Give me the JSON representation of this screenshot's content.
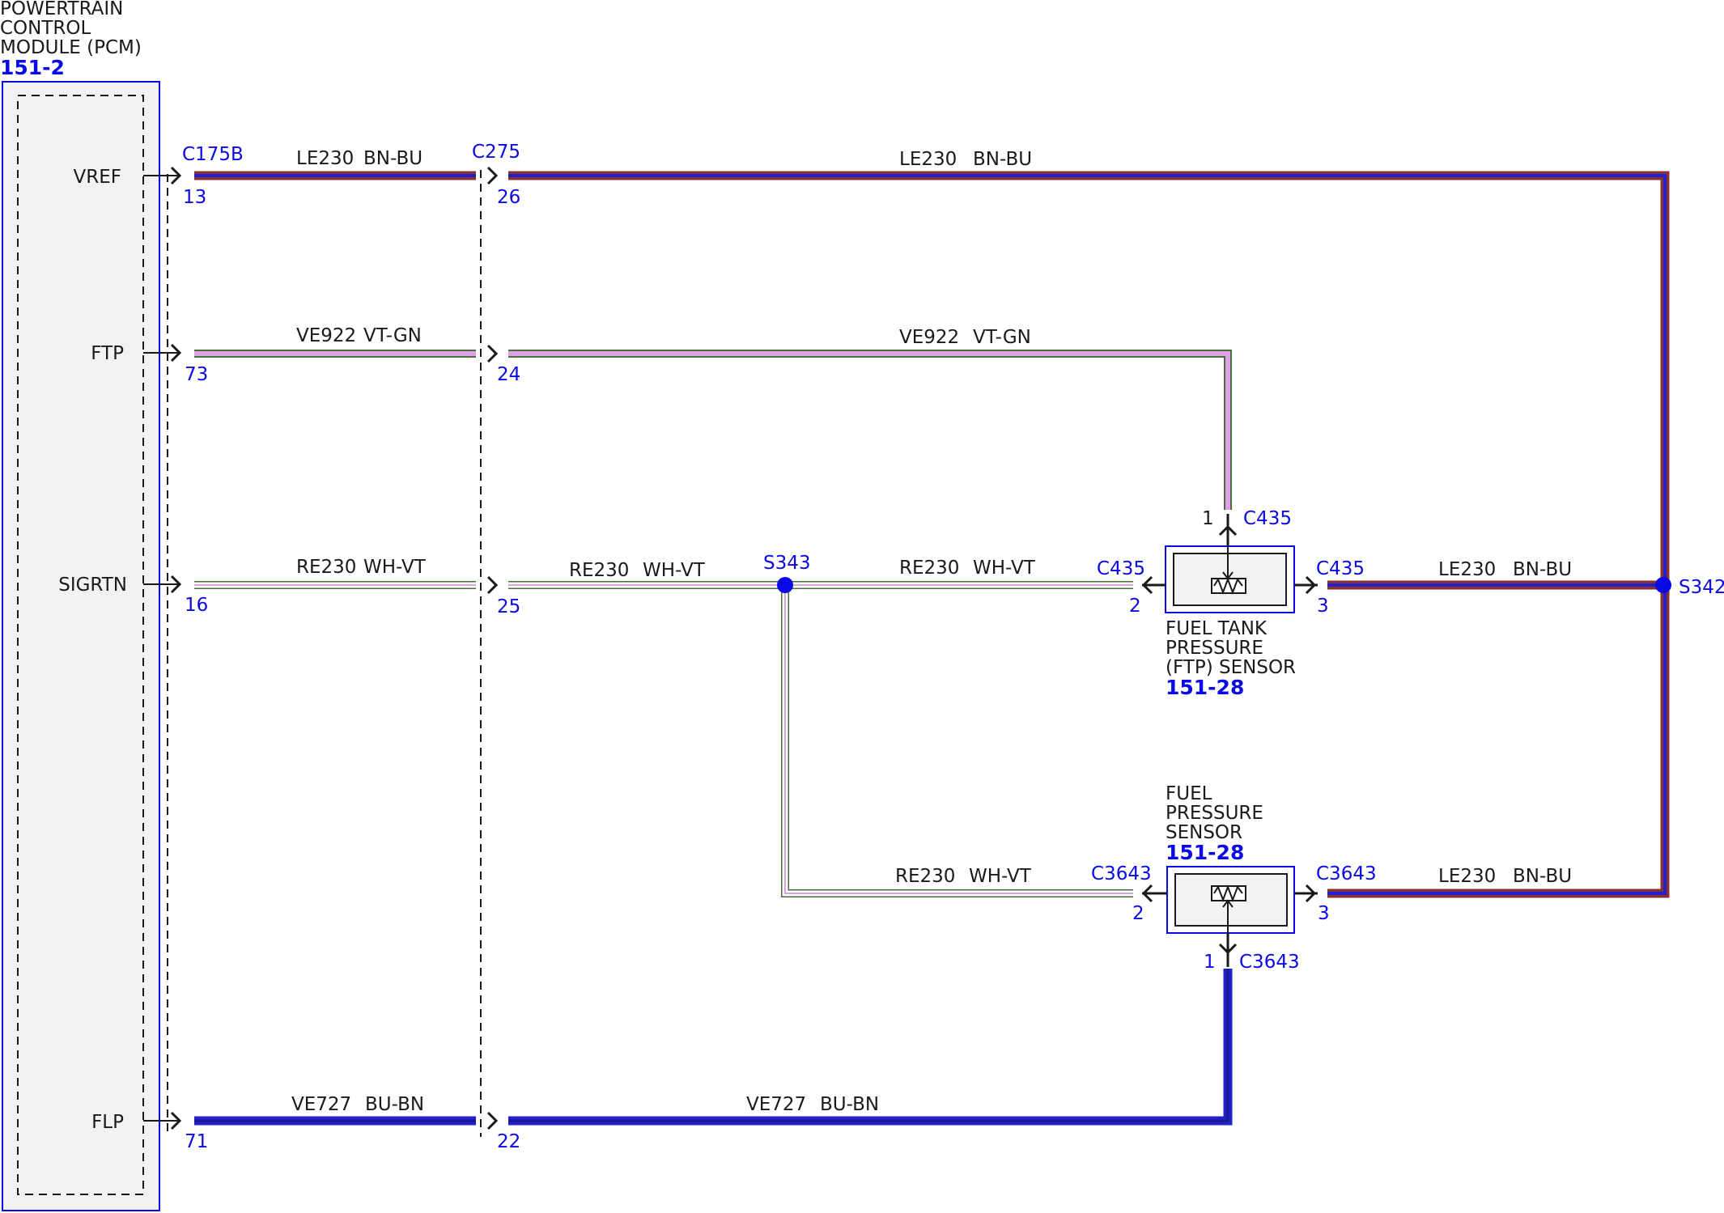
{
  "colors": {
    "wire_brown": "#8a3030",
    "wire_blue": "#2020d0",
    "wire_violet": "#e0a0e8",
    "wire_green": "#4a6e3a",
    "wire_white": "#ffffff",
    "connector_blue": "#0a0ae6",
    "module_fill": "#f2f2f2",
    "text_black": "#1a1a1a"
  },
  "pcm": {
    "name_lines": [
      "POWERTRAIN",
      "CONTROL",
      "MODULE (PCM)"
    ],
    "ref": "151-2",
    "pins": {
      "vref": "VREF",
      "ftp": "FTP",
      "sigrtn": "SIGRTN",
      "flp": "FLP"
    }
  },
  "connectors": {
    "c175b": {
      "name": "C175B",
      "pins": [
        "13",
        "73",
        "16",
        "71"
      ]
    },
    "c275": {
      "name": "C275",
      "pins": [
        "26",
        "24",
        "25",
        "22"
      ]
    },
    "c435": {
      "name": "C435",
      "pin_top": "1",
      "pin_left": "2",
      "pin_right": "3"
    },
    "c3643": {
      "name": "C3643",
      "pin_bottom": "1",
      "pin_left": "2",
      "pin_right": "3"
    }
  },
  "splices": {
    "s343": "S343",
    "s342": "S342"
  },
  "wires": {
    "vref_a": {
      "circuit": "LE230",
      "color": "BN-BU"
    },
    "vref_b": {
      "circuit": "LE230",
      "color": "BN-BU"
    },
    "ftp_a": {
      "circuit": "VE922",
      "color": "VT-GN"
    },
    "ftp_b": {
      "circuit": "VE922",
      "color": "VT-GN"
    },
    "sig_a": {
      "circuit": "RE230",
      "color": "WH-VT"
    },
    "sig_b": {
      "circuit": "RE230",
      "color": "WH-VT"
    },
    "sig_c": {
      "circuit": "RE230",
      "color": "WH-VT"
    },
    "sig_d": {
      "circuit": "RE230",
      "color": "WH-VT"
    },
    "ftps_pwr": {
      "circuit": "LE230",
      "color": "BN-BU"
    },
    "fps_pwr": {
      "circuit": "LE230",
      "color": "BN-BU"
    },
    "flp_a": {
      "circuit": "VE727",
      "color": "BU-BN"
    },
    "flp_b": {
      "circuit": "VE727",
      "color": "BU-BN"
    }
  },
  "ftp_sensor": {
    "name_lines": [
      "FUEL TANK",
      "PRESSURE",
      "(FTP) SENSOR"
    ],
    "ref": "151-28"
  },
  "fuel_pressure_sensor": {
    "name_lines": [
      "FUEL",
      "PRESSURE",
      "SENSOR"
    ],
    "ref": "151-28"
  }
}
